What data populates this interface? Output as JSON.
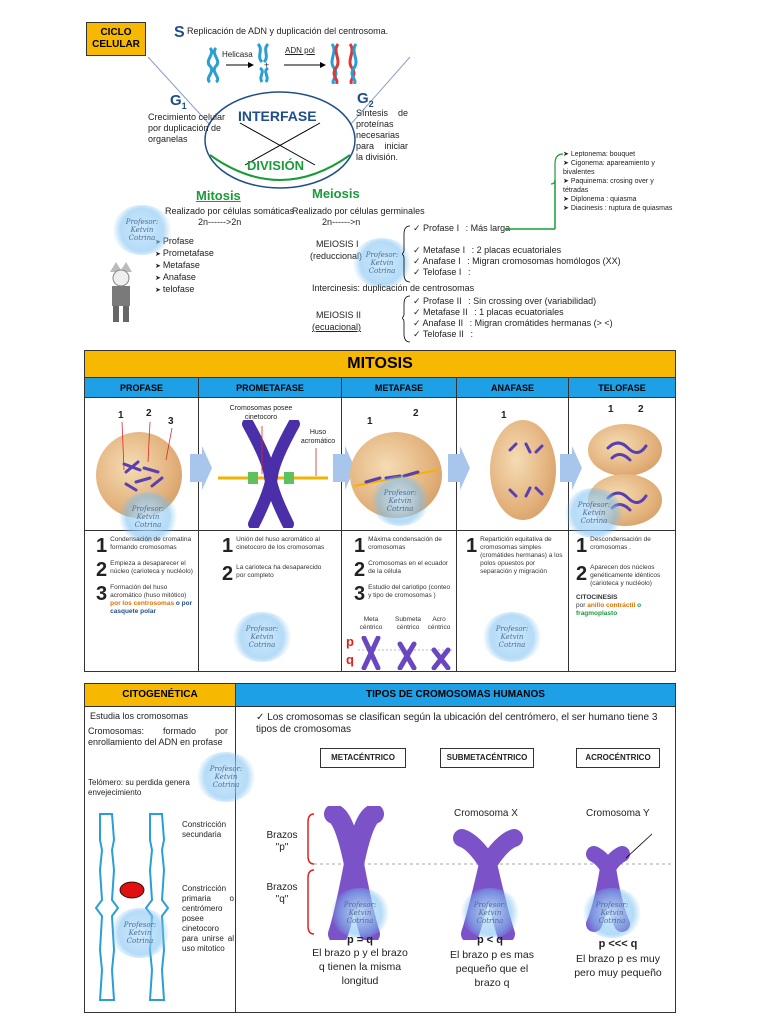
{
  "top": {
    "ciclo_label": "CICLO CELULAR",
    "s_letter": "S",
    "s_text": "Replicación de ADN y duplicación del centrosoma.",
    "helicasa": "Helicasa",
    "adnpol": "ADN pol",
    "plus": "+",
    "g1": "G",
    "g1_sub": "1",
    "g1_text": "Crecimiento celular por duplicación de organelas",
    "g2": "G",
    "g2_sub": "2",
    "g2_text": "Síntesis de proteínas necesarias para iniciar la división.",
    "interfase": "INTERFASE",
    "division": "DIVISIÓN",
    "mitosis_title": "Mitosis",
    "mitosis_desc": "Realizado por células somáticas",
    "mitosis_ratio": "2n------>2n",
    "mitosis_phases": [
      "Profase",
      "Prometafase",
      "Metafase",
      "Anafase",
      "telofase"
    ],
    "meiosis_title": "Meiosis",
    "meiosis_desc": "Realizado por células germinales",
    "meiosis_ratio": "2n------>n",
    "meiosis1_label": "MEIOSIS I",
    "meiosis1_sub": "(reduccional)",
    "meiosis1_phases": [
      {
        "name": "Profase I",
        "desc": ": Más larga"
      },
      {
        "name": "Metafase I",
        "desc": ": 2 placas ecuatoriales"
      },
      {
        "name": "Anafase I",
        "desc": ": Migran cromosomas homólogos (XX)"
      },
      {
        "name": "Telofase I",
        "desc": ":"
      }
    ],
    "profase_sub": [
      "Leptonema: bouquet",
      "Cigonema: apareamiento y bivalentes",
      "Paquinema: crosing over y tétradas",
      "Diplonema : quiasma",
      "Diacinesis : ruptura de quiasmas"
    ],
    "intercinesis": "Intercinesis: duplicación de centrosomas",
    "meiosis2_label": "MEIOSIS II",
    "meiosis2_sub": "(ecuacional)",
    "meiosis2_phases": [
      {
        "name": "Profase II",
        "desc": ": Sin crossing over (variabilidad)"
      },
      {
        "name": "Metafase II",
        "desc": ": 1 placas ecuatoriales"
      },
      {
        "name": "Anafase II",
        "desc": ": Migran cromátides hermanas (> <)"
      },
      {
        "name": "Telofase II",
        "desc": ":"
      }
    ]
  },
  "watermark": {
    "line1": "Profesor:",
    "line2": "Ketvin",
    "line3": "Cotrina"
  },
  "mitosis_table": {
    "title": "MITOSIS",
    "columns": [
      "PROFASE",
      "PROMETAFASE",
      "METAFASE",
      "ANAFASE",
      "TELOFASE"
    ],
    "profase_labels": [
      "1",
      "2",
      "3"
    ],
    "prometa_labels": [
      "Cromosomas posee cinetocoro",
      "Huso acromático"
    ],
    "metafase_labels": [
      "1",
      "2"
    ],
    "anafase_labels": [
      "1"
    ],
    "telofase_labels": [
      "1",
      "2"
    ],
    "profase_items": [
      {
        "n": "1",
        "text": "Condensación de cromatina formando cromosomas"
      },
      {
        "n": "2",
        "text": "Empieza a desaparecer el núcleo (carioteca y nucléolo)"
      },
      {
        "n": "3",
        "text": "Formación del huso acromático (huso mitótico)",
        "extra": "por los centrosomas",
        "extra2": "o por casquete polar"
      }
    ],
    "prometafase_items": [
      {
        "n": "1",
        "text": "Unión del huso acromático al cinetocoro de los cromosomas"
      },
      {
        "n": "2",
        "text": "La carioteca ha desaparecido por completo"
      }
    ],
    "metafase_items": [
      {
        "n": "1",
        "text": "Máxima condensación de cromosomas"
      },
      {
        "n": "2",
        "text": "Cromosomas en el ecuador de la célula"
      },
      {
        "n": "3",
        "text": "Estudio del cariotipo (conteo y tipo de cromosomas )"
      }
    ],
    "metafase_types": [
      "Meta céntrico",
      "Submeta céntrico",
      "Acro céntrico"
    ],
    "pq": [
      "p",
      "q"
    ],
    "anafase_items": [
      {
        "n": "1",
        "text": "Repartición equitativa de cromosomas simples (cromátides hermanas) a los polos opuestos por separación y migración"
      }
    ],
    "telofase_items": [
      {
        "n": "1",
        "text": "Descondensación de cromosomas ."
      },
      {
        "n": "2",
        "text": "Aparecen dos núcleos genéticamente idénticos (carioteca y nucléolo)"
      }
    ],
    "citocinesis_title": "CITOCINESIS",
    "citocinesis_por": "por",
    "citocinesis_anillo": "anillo contráctil",
    "citocinesis_o": "o",
    "citocinesis_frag": "fragmoplasto"
  },
  "bottom": {
    "citogenetica": "CITOGENÉTICA",
    "tipos": "TIPOS DE CROMOSOMAS HUMANOS",
    "estudia": "Estudia los cromosomas",
    "cromosomas_def": "Cromosomas: formado por enrollamiento del ADN en profase",
    "telomero": "Telómero: su perdida genera envejecimiento",
    "constriccion_sec": "Constricción secundaria",
    "constriccion_pri": "Constricción primaria o centrómero posee cinetocoro para unirse al uso mitotico",
    "clasificacion": "Los cromosomas se clasifican según la ubicación del centrómero, el ser humano tiene 3 tipos de cromosomas",
    "types": [
      "METACÉNTRICO",
      "SUBMETACÉNTRICO",
      "ACROCÉNTRICO"
    ],
    "cromosoma_x": "Cromosoma X",
    "cromosoma_y": "Cromosoma Y",
    "brazos_p": "Brazos \"p\"",
    "brazos_q": "Brazos \"q\"",
    "relations": [
      "p = q",
      "p < q",
      "p <<< q"
    ],
    "captions": [
      "El brazo p y el brazo q tienen la misma longitud",
      "El brazo p es mas pequeño que el brazo q",
      "El brazo p es muy pero muy pequeño"
    ]
  }
}
